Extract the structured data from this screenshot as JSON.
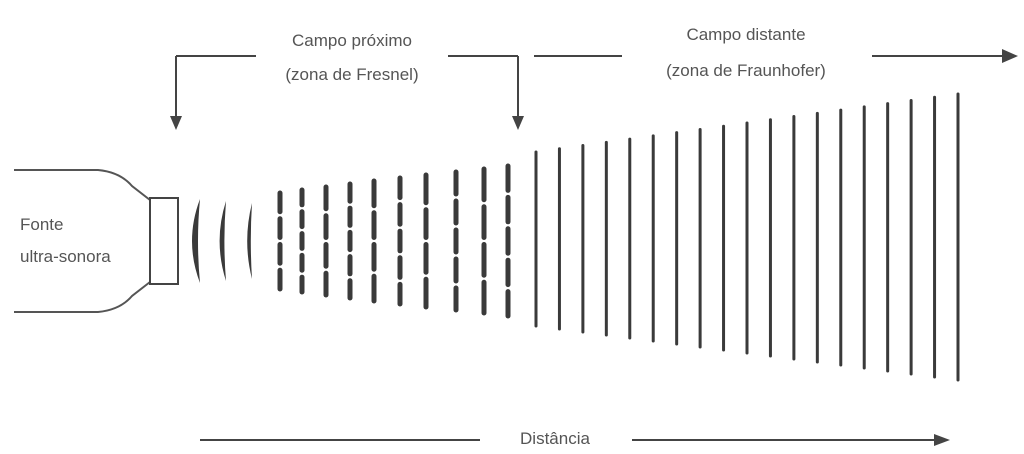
{
  "labels": {
    "near_field_line1": "Campo próximo",
    "near_field_line2": "(zona de Fresnel)",
    "far_field_line1": "Campo distante",
    "far_field_line2": "(zona de Fraunhofer)",
    "source_line1": "Fonte",
    "source_line2": "ultra-sonora",
    "distance": "Distância"
  },
  "colors": {
    "stroke": "#444444",
    "text": "#555555",
    "wave": "#3a3a3a"
  }
}
